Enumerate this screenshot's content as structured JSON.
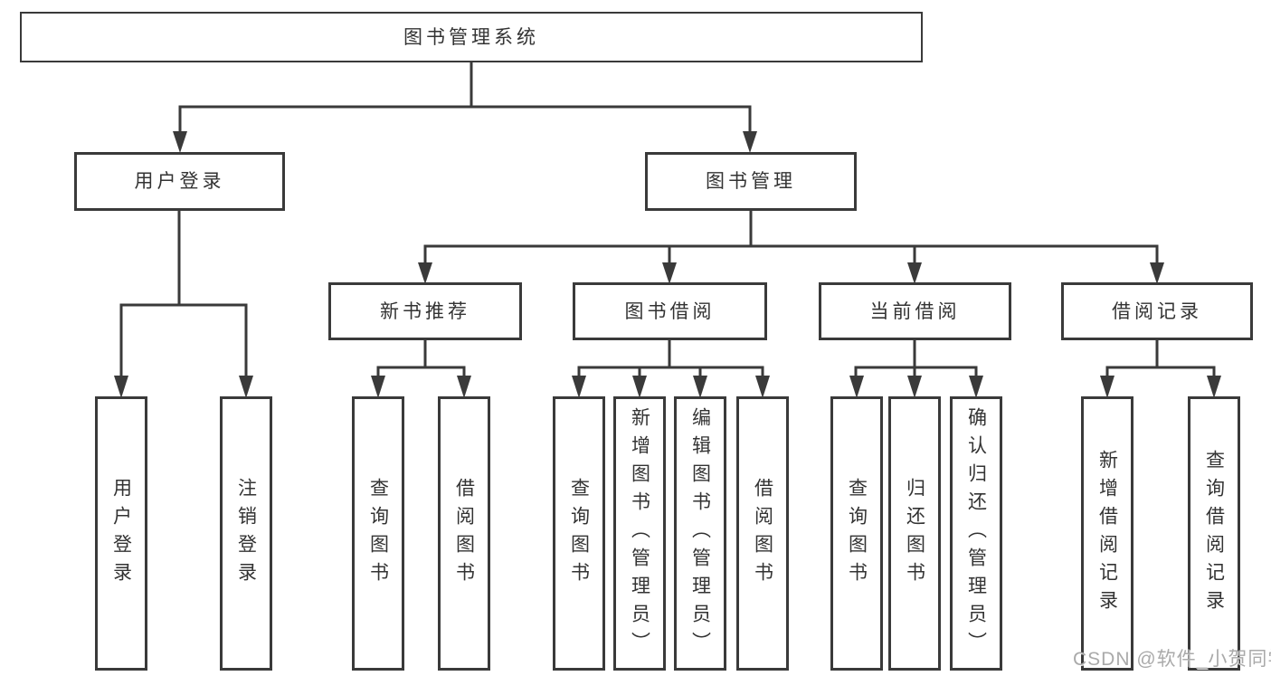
{
  "watermark": "CSDN @软件_小贺同学",
  "colors": {
    "line": "#3a3a3a",
    "box_border": "#3a3a3a",
    "box_background": "#ffffff",
    "text": "#333333",
    "watermark": "#aaaaaa",
    "page_background": "#ffffff"
  },
  "tree": {
    "label": "图书管理系统",
    "children": [
      {
        "label": "用户登录",
        "children": [
          {
            "label": "用户登录"
          },
          {
            "label": "注销登录"
          }
        ]
      },
      {
        "label": "图书管理",
        "children": [
          {
            "label": "新书推荐",
            "children": [
              {
                "label": "查询图书"
              },
              {
                "label": "借阅图书"
              }
            ]
          },
          {
            "label": "图书借阅",
            "children": [
              {
                "label": "查询图书"
              },
              {
                "label": "新增图书（管理员）"
              },
              {
                "label": "编辑图书（管理员）"
              },
              {
                "label": "借阅图书"
              }
            ]
          },
          {
            "label": "当前借阅",
            "children": [
              {
                "label": "查询图书"
              },
              {
                "label": "归还图书"
              },
              {
                "label": "确认归还（管理员）"
              }
            ]
          },
          {
            "label": "借阅记录",
            "children": [
              {
                "label": "新增借阅记录"
              },
              {
                "label": "查询借阅记录"
              }
            ]
          }
        ]
      }
    ]
  }
}
